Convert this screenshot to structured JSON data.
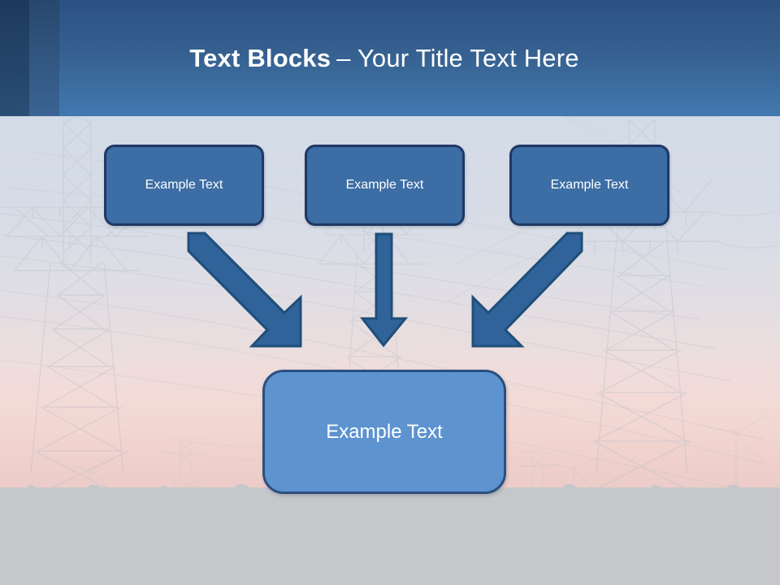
{
  "slide": {
    "title": {
      "bold_part": "Text Blocks",
      "rest_part": "– Your Title Text Here",
      "full": "Text Blocks – Your Title Text Here"
    },
    "theme": {
      "header_gradient_top": "#2b5183",
      "header_gradient_bottom": "#4279b0",
      "header_strip_dark": "#1d3a5c",
      "header_strip_mid": "#2a4e74",
      "box_fill": "#3c6da4",
      "box_border": "#1f3864",
      "result_box_fill": "#5d93cf",
      "result_box_border": "#2b4f7e",
      "arrow_fill": "#2f6399",
      "arrow_border": "#1f4e79",
      "text_color": "#ffffff",
      "background_bottom": "#c5c7ca"
    },
    "background": {
      "description": "faded photograph of electricity transmission pylons and wind turbines at dusk"
    },
    "top_boxes": [
      {
        "label": "Example Text"
      },
      {
        "label": "Example Text"
      },
      {
        "label": "Example Text"
      }
    ],
    "arrows": [
      {
        "name": "arrow-left-diagonal",
        "direction": "down-right"
      },
      {
        "name": "arrow-middle-vertical",
        "direction": "down"
      },
      {
        "name": "arrow-right-diagonal",
        "direction": "down-left"
      }
    ],
    "bottom_box": {
      "label": "Example Text"
    }
  }
}
